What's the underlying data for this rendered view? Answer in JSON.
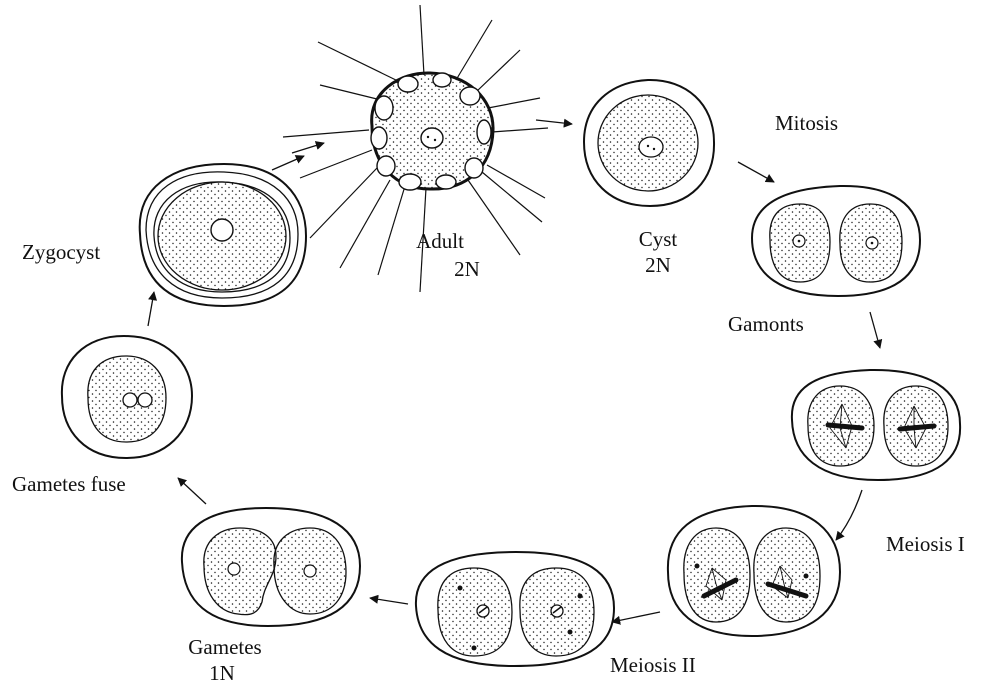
{
  "colors": {
    "ink": "#111111",
    "background": "#ffffff",
    "stipple": "#1a1a1a"
  },
  "stages": {
    "adult": {
      "title": "Adult",
      "ploidy": "2N"
    },
    "cyst": {
      "title": "Cyst",
      "ploidy": "2N"
    },
    "mitosis": {
      "title": "Mitosis"
    },
    "gamonts": {
      "title": "Gamonts"
    },
    "meiosis1": {
      "title": "Meiosis I"
    },
    "meiosis2": {
      "title": "Meiosis II"
    },
    "gametes": {
      "title": "Gametes",
      "ploidy": "1N"
    },
    "gametes_fuse": {
      "title": "Gametes fuse"
    },
    "zygocyst": {
      "title": "Zygocyst"
    }
  }
}
